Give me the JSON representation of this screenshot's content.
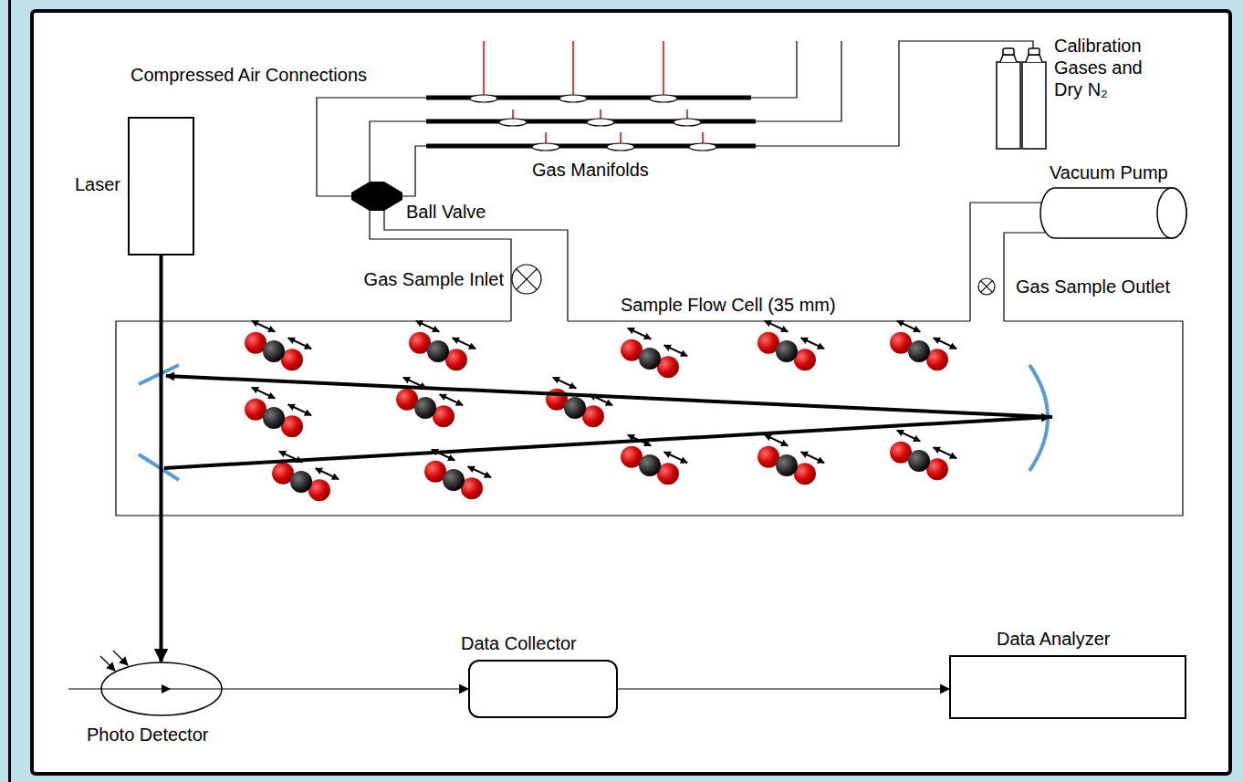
{
  "diagram": {
    "nodes": [
      {
        "text": [
          "Laser"
        ]
      },
      {
        "text": [
          "Sample Flow Cell (35 mm)"
        ]
      },
      {
        "text": [
          "Vacuum Pump"
        ]
      },
      {
        "text": [
          "Photo Detector"
        ]
      },
      {
        "text": [
          "Data Collector"
        ]
      },
      {
        "text": [
          "Data Analyzer"
        ]
      }
    ],
    "edges": [
      {
        "from": 0,
        "to": 3,
        "arrow": "to"
      },
      {
        "from": 3,
        "to": 4,
        "arrow": "to"
      },
      {
        "from": 4,
        "to": 5,
        "arrow": "to"
      }
    ],
    "labels": [
      "Compressed Air Connections",
      "Calibration Gases and Dry N₂",
      "Gas Manifolds",
      "Ball Valve",
      "Gas Sample Inlet",
      "Gas Sample Outlet"
    ]
  }
}
